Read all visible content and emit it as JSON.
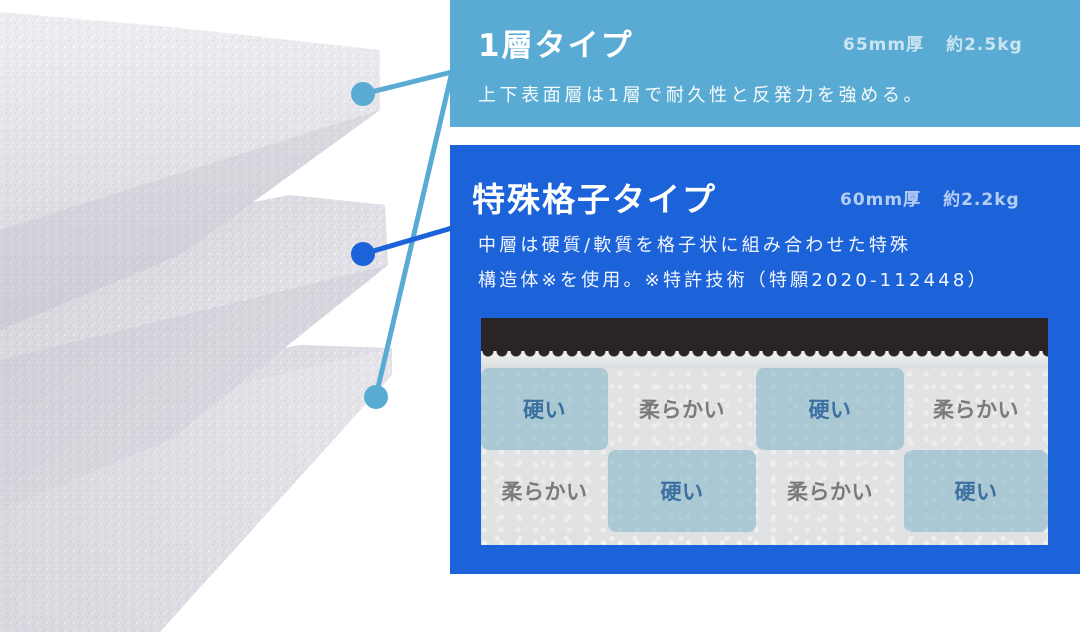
{
  "image_subject": "foam-layer-cross-section-diagram",
  "colors": {
    "light_panel": "#5aabd4",
    "dark_panel": "#1c63da",
    "hard_cell_text": "#3b70a0",
    "soft_cell_text": "#7a7a7c",
    "connector_light": "#5aabd4",
    "connector_dark": "#1c63da"
  },
  "panels": {
    "single_layer": {
      "title": "1層タイプ",
      "thickness": "65mm厚",
      "weight": "約2.5kg",
      "description": "上下表面層は1層で耐久性と反発力を強める。"
    },
    "special_grid": {
      "title": "特殊格子タイプ",
      "thickness": "60mm厚",
      "weight": "約2.2kg",
      "description_line1": "中層は硬質/軟質を格子状に組み合わせた特殊",
      "description_line2": "構造体※を使用。※特許技術（特願2020-112448）"
    }
  },
  "cross_section": {
    "grid": [
      [
        {
          "label": "硬い",
          "type": "hard"
        },
        {
          "label": "柔らかい",
          "type": "soft"
        },
        {
          "label": "硬い",
          "type": "hard"
        },
        {
          "label": "柔らかい",
          "type": "soft"
        }
      ],
      [
        {
          "label": "柔らかい",
          "type": "soft"
        },
        {
          "label": "硬い",
          "type": "hard"
        },
        {
          "label": "柔らかい",
          "type": "soft"
        },
        {
          "label": "硬い",
          "type": "hard"
        }
      ]
    ]
  },
  "markers": [
    {
      "name": "top-layer-marker",
      "color": "#5aabd4"
    },
    {
      "name": "middle-layer-marker",
      "color": "#1c63da"
    },
    {
      "name": "bottom-layer-marker",
      "color": "#5aabd4"
    }
  ]
}
